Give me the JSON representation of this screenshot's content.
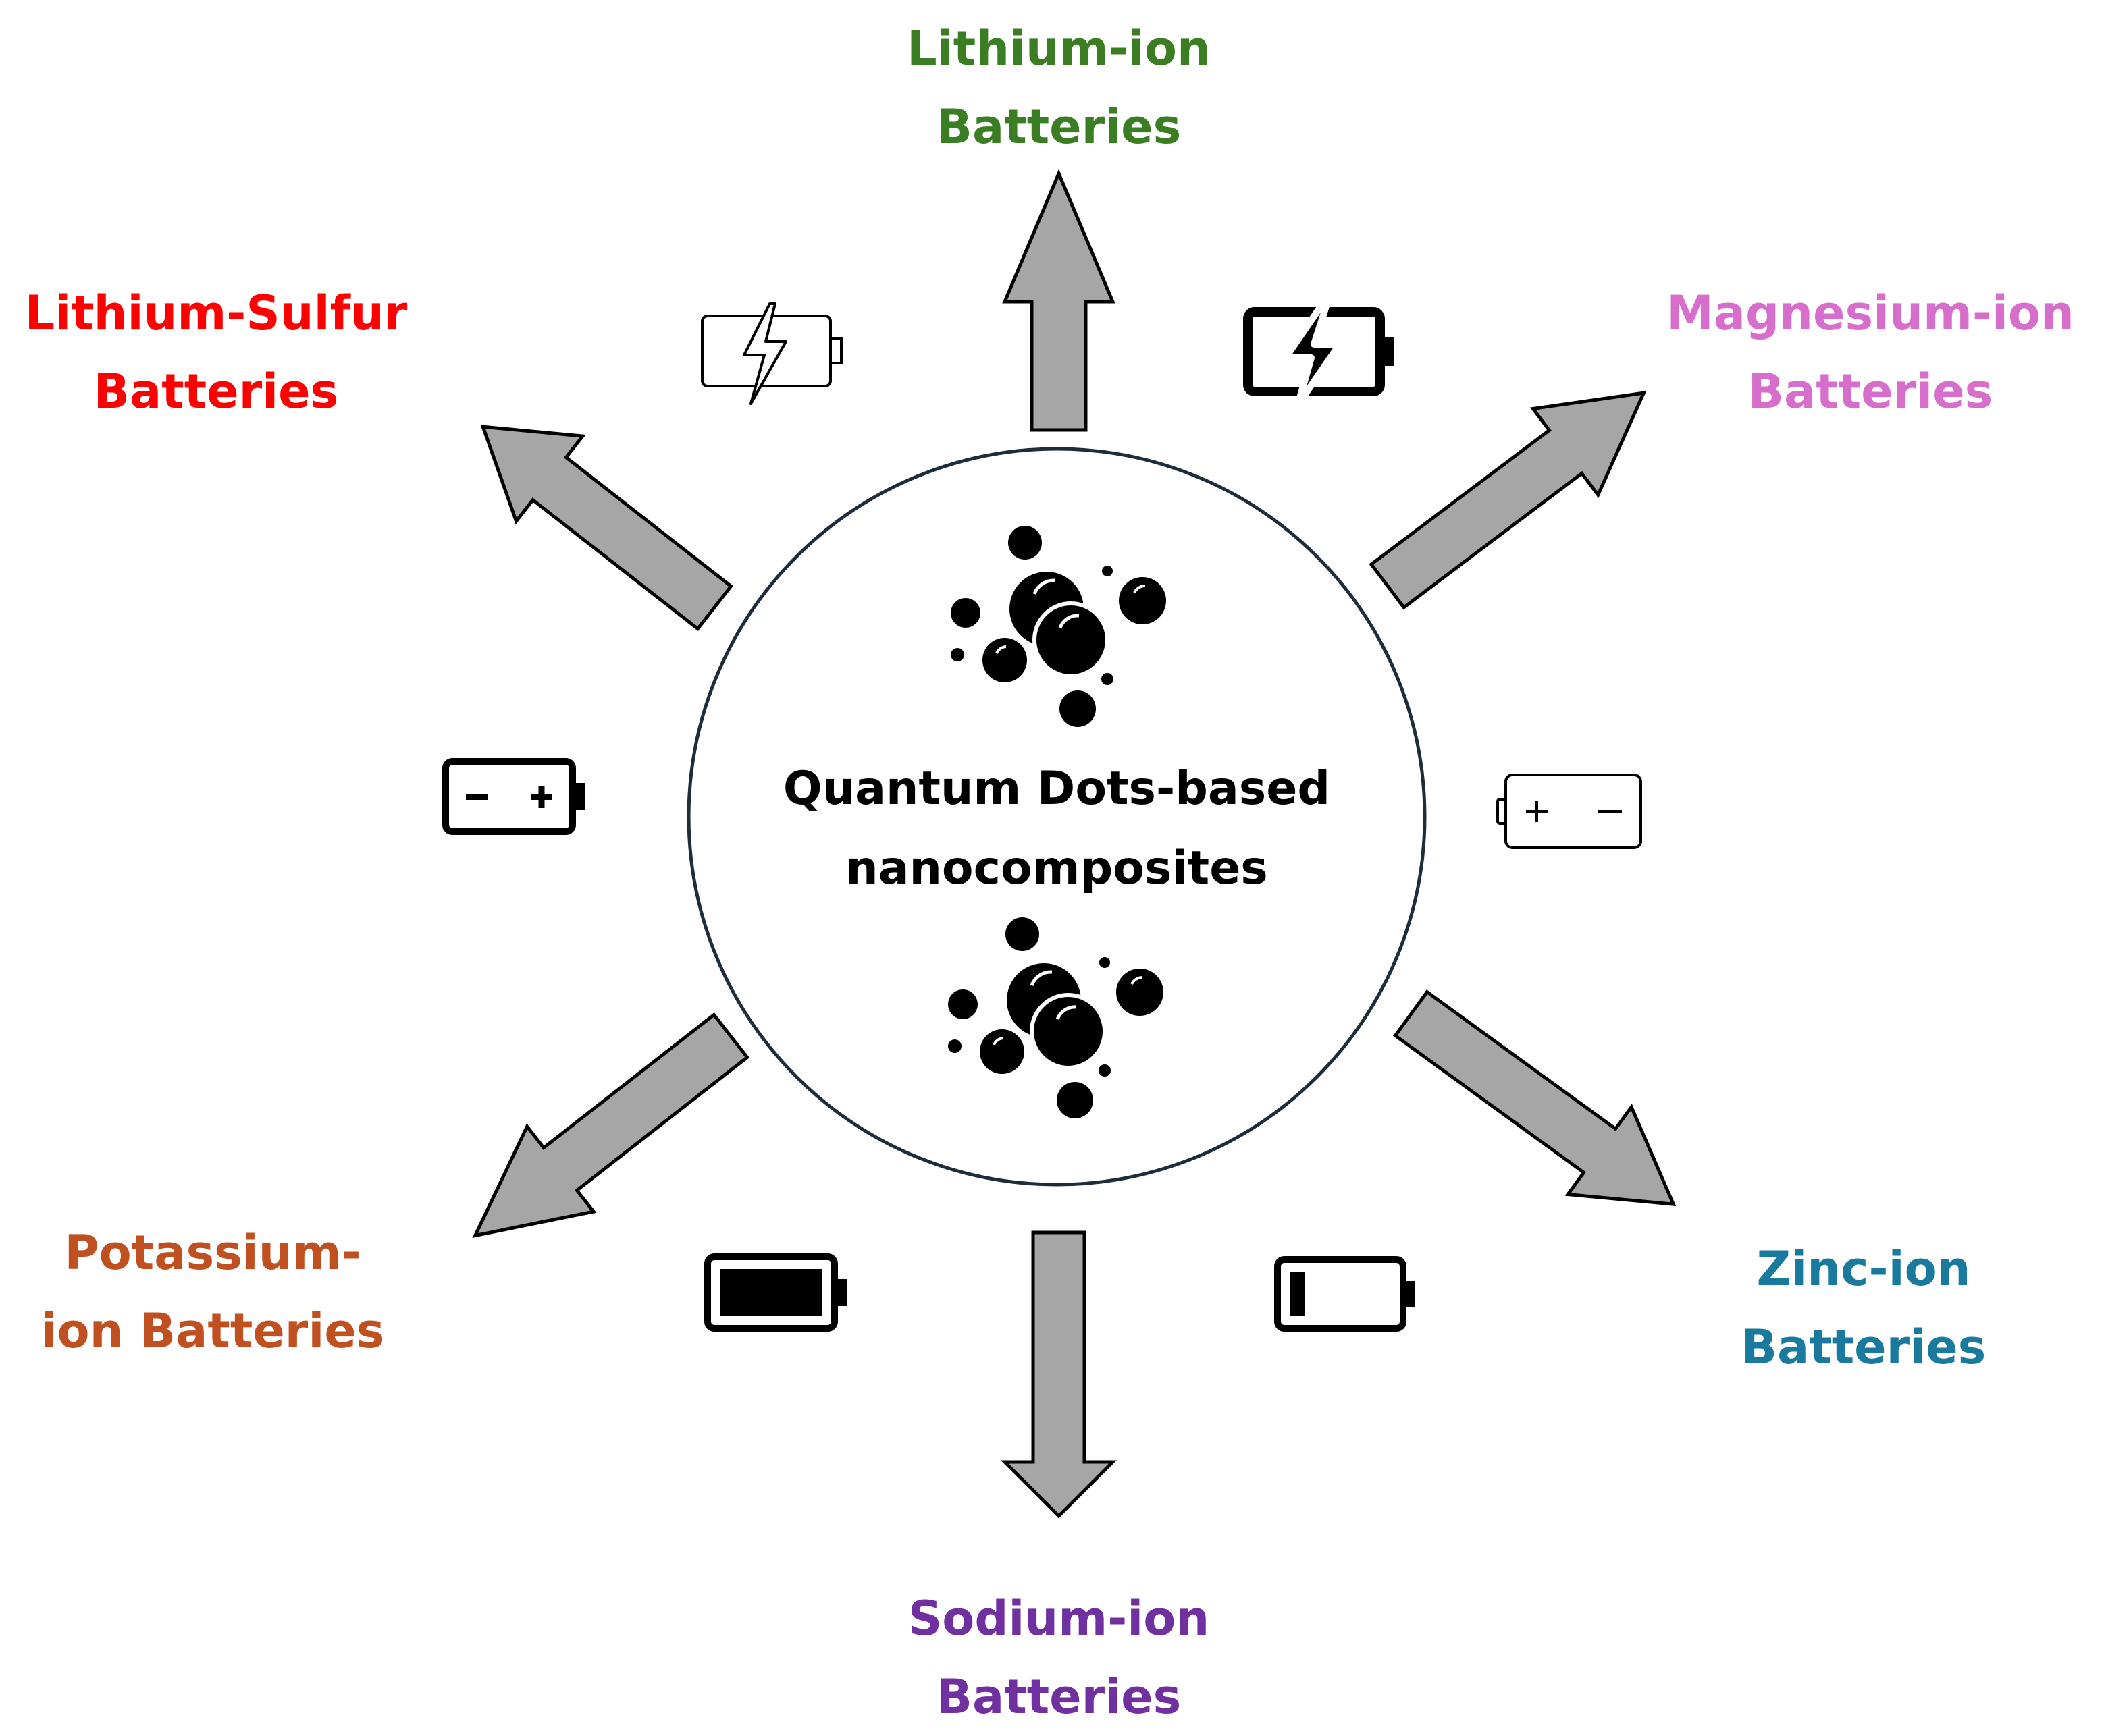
{
  "center": {
    "line1": "Quantum Dots-based",
    "line2": "nanocomposites"
  },
  "batteries": [
    {
      "id": "lithium-ion",
      "line1": "Lithium-ion",
      "line2": "Batteries",
      "color": "#3a7d22"
    },
    {
      "id": "magnesium-ion",
      "line1": "Magnesium-ion",
      "line2": "Batteries",
      "color": "#d86ecc"
    },
    {
      "id": "zinc-ion",
      "line1": "Zinc-ion",
      "line2": "Batteries",
      "color": "#1a7a9e"
    },
    {
      "id": "sodium-ion",
      "line1": "Sodium-ion",
      "line2": "Batteries",
      "color": "#7030a0"
    },
    {
      "id": "potassium-ion",
      "line1": "Potassium-",
      "line2": "ion Batteries",
      "color": "#c0501f"
    },
    {
      "id": "lithium-sulfur",
      "line1": "Lithium-Sulfur",
      "line2": "Batteries",
      "color": "#ff0000"
    }
  ],
  "icons": [
    "battery-charging-outline-icon",
    "battery-charging-bold-icon",
    "battery-polarity-icon",
    "battery-plus-minus-icon",
    "battery-full-icon",
    "battery-low-icon",
    "nanoparticle-cluster-icon"
  ],
  "colors": {
    "arrow_fill": "#a6a6a6",
    "arrow_stroke": "#000000",
    "circle_stroke": "#1e2d3b"
  }
}
